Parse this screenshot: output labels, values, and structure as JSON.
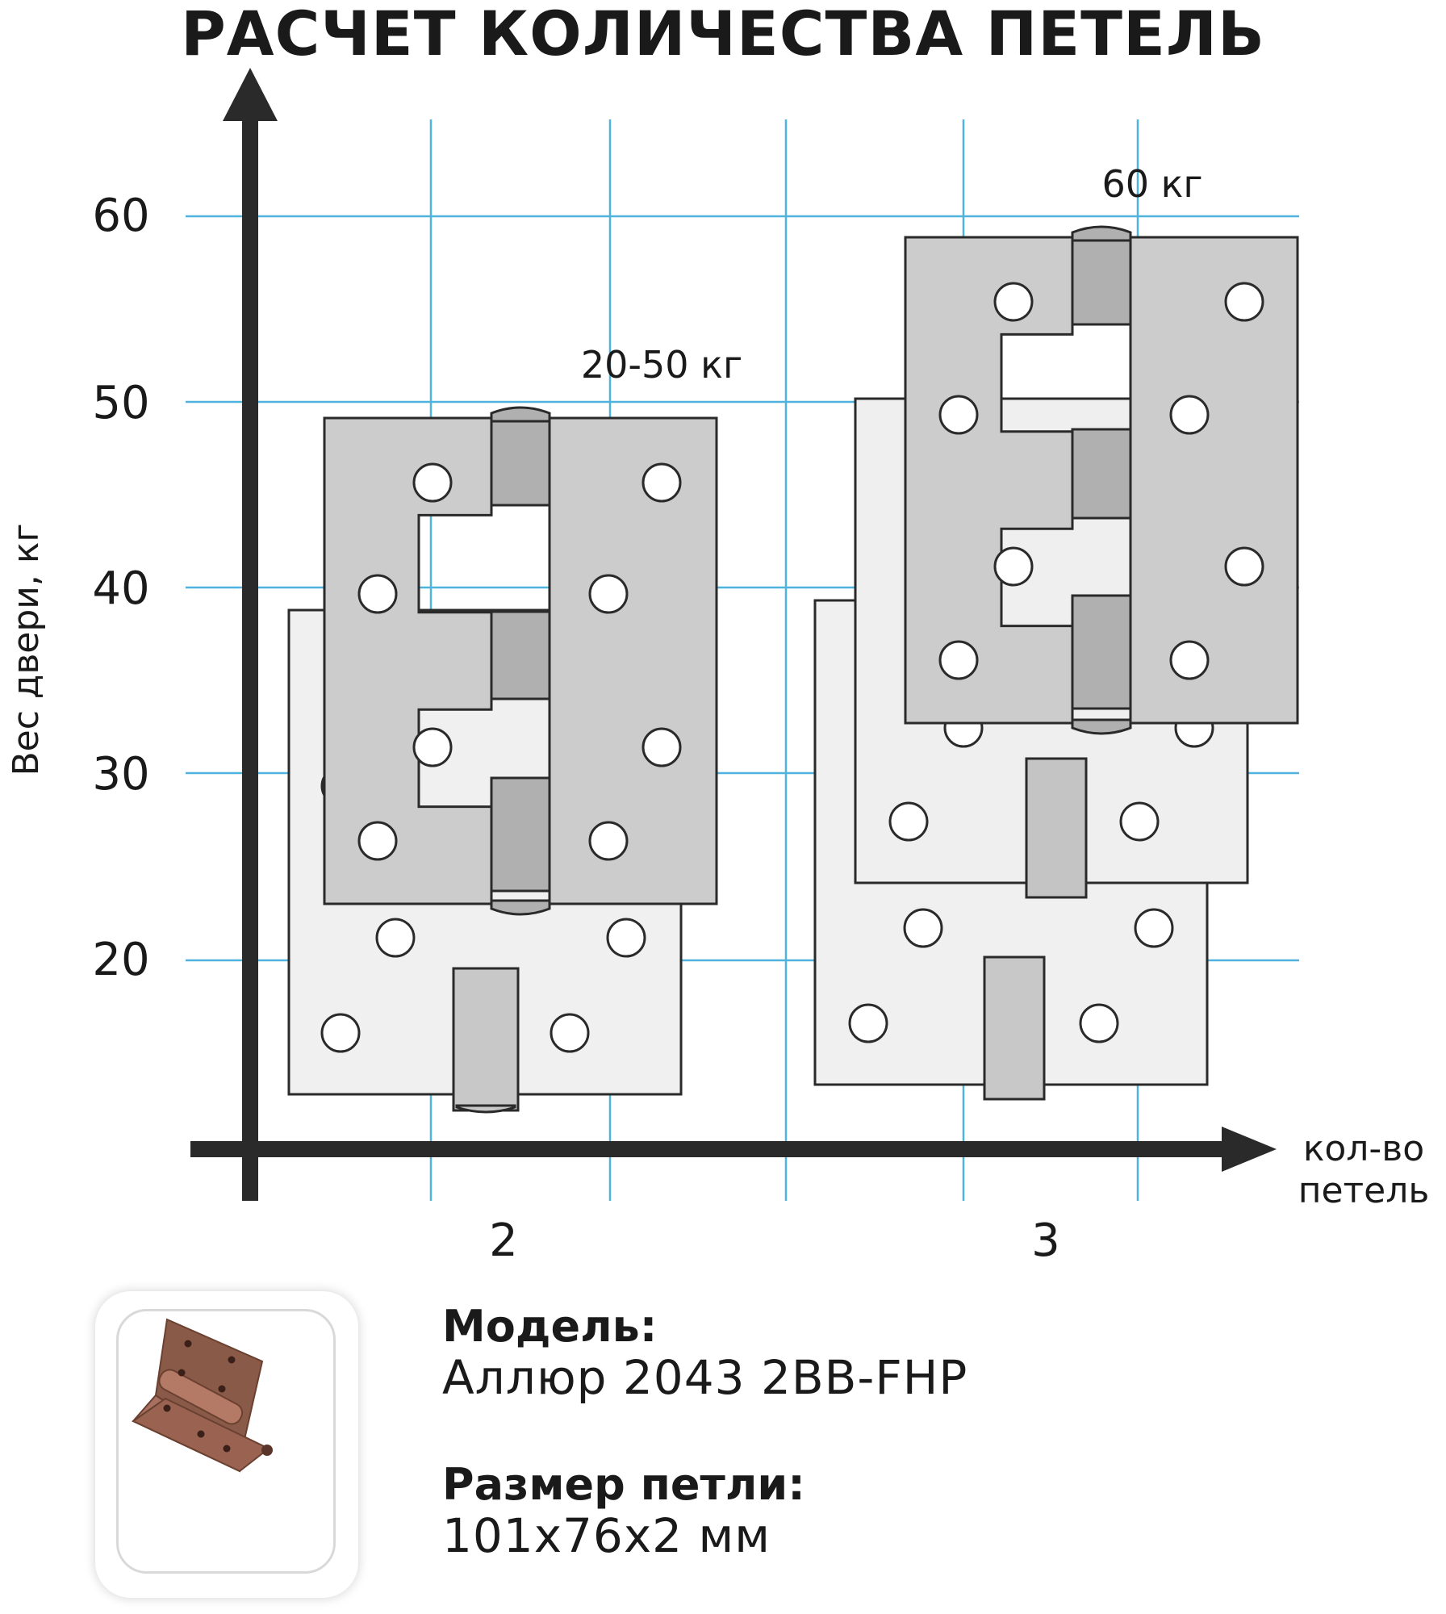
{
  "title": "РАСЧЕТ КОЛИЧЕСТВА ПЕТЕЛЬ",
  "axes": {
    "y_label": "Вес двери, кг",
    "y_ticks": [
      "20",
      "30",
      "40",
      "50",
      "60"
    ],
    "x_label_line1": "кол-во",
    "x_label_line2": "петель",
    "x_ticks": [
      "2",
      "3"
    ]
  },
  "groups": [
    {
      "hinges": "2",
      "weight_label": "20-50 кг",
      "min_kg": 20,
      "max_kg": 50
    },
    {
      "hinges": "3",
      "weight_label": "60 кг",
      "max_kg": 60
    }
  ],
  "colors": {
    "grid": "#4fb3dd",
    "axis": "#2a2a2a",
    "hinge_front": "#cccccc",
    "hinge_back": "#f0f0f0",
    "knuckle_front": "#b0b0b0",
    "knuckle_back": "#c8c8c8",
    "product_copper": "#8a5a48"
  },
  "product": {
    "image_icon": "copper-door-hinge-photo",
    "model_label": "Модель:",
    "model_value": "Аллюр 2043 2BB-FHP",
    "size_label": "Размер петли:",
    "size_value": "101х76х2 мм"
  }
}
